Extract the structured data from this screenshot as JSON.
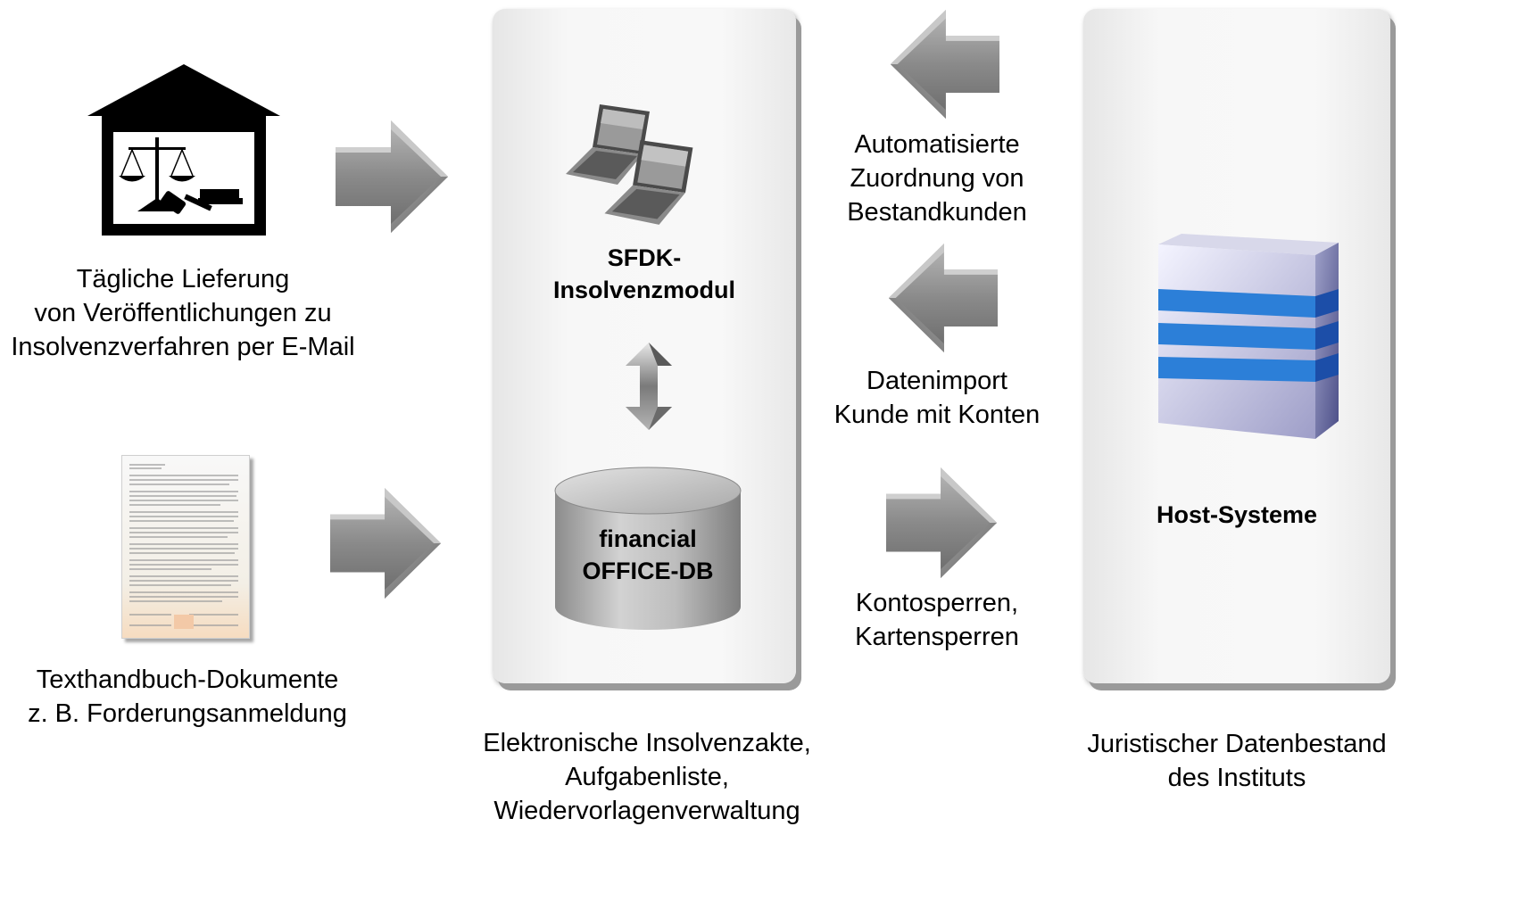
{
  "sources": {
    "court": {
      "lines": [
        "Tägliche Lieferung",
        "von Veröffentlichungen zu",
        "Insolvenzverfahren per E-Mail"
      ]
    },
    "documents": {
      "lines": [
        "Texthandbuch-Dokumente",
        "z. B. Forderungsanmeldung"
      ]
    }
  },
  "center_panel": {
    "module_lines": [
      "SFDK-",
      "Insolvenzmodul"
    ],
    "db_lines": [
      "financial",
      "OFFICE-DB"
    ],
    "caption_lines": [
      "Elektronische Insolvenzakte,",
      "Aufgabenliste,",
      "Wiedervorlagenverwaltung"
    ]
  },
  "flows": {
    "auto_assign": {
      "lines": [
        "Automatisierte",
        "Zuordnung von",
        "Bestandkunden"
      ]
    },
    "data_import": {
      "lines": [
        "Datenimport",
        "Kunde mit Konten"
      ]
    },
    "locks": {
      "lines": [
        "Kontosperren,",
        "Kartensperren"
      ]
    }
  },
  "host_panel": {
    "title": "Host-Systeme",
    "caption_lines": [
      "Juristischer Datenbestand",
      "des Instituts"
    ]
  }
}
